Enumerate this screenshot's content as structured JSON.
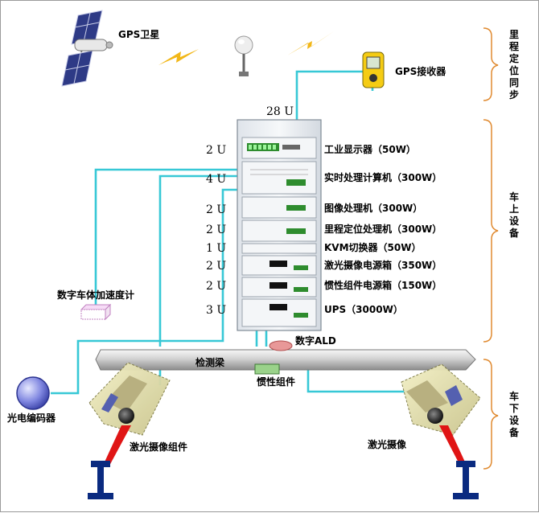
{
  "satellite_label": "GPS卫星",
  "receiver_label": "GPS接收器",
  "rack_height_label": "28 U",
  "rack_units": [
    {
      "u": "2 U",
      "name": "工业显示器（50W）"
    },
    {
      "u": "4 U",
      "name": "实时处理计算机（300W）"
    },
    {
      "u": "2 U",
      "name": "图像处理机（300W）"
    },
    {
      "u": "2 U",
      "name": "里程定位处理机（300W）"
    },
    {
      "u": "1 U",
      "name": "KVM切换器（50W）"
    },
    {
      "u": "2 U",
      "name": "激光摄像电源箱（350W）"
    },
    {
      "u": "2 U",
      "name": "惯性组件电源箱（150W）"
    },
    {
      "u": "3 U",
      "name": "UPS（3000W）"
    }
  ],
  "accelerometer_label": "数字车体加速度计",
  "ald_label": "数字ALD",
  "beam_label": "检测梁",
  "inertial_label": "惯性组件",
  "encoder_label": "光电编码器",
  "camera_left_label": "激光摄像组件",
  "camera_right_label": "激光摄像",
  "sections": [
    {
      "name": "里程定位同步"
    },
    {
      "name": "车上设备"
    },
    {
      "name": "车下设备"
    }
  ],
  "colors": {
    "wire": "#37c8d6",
    "rack": "#eef1f4",
    "laser": "#e01515",
    "beam": "#d9d9d9"
  }
}
